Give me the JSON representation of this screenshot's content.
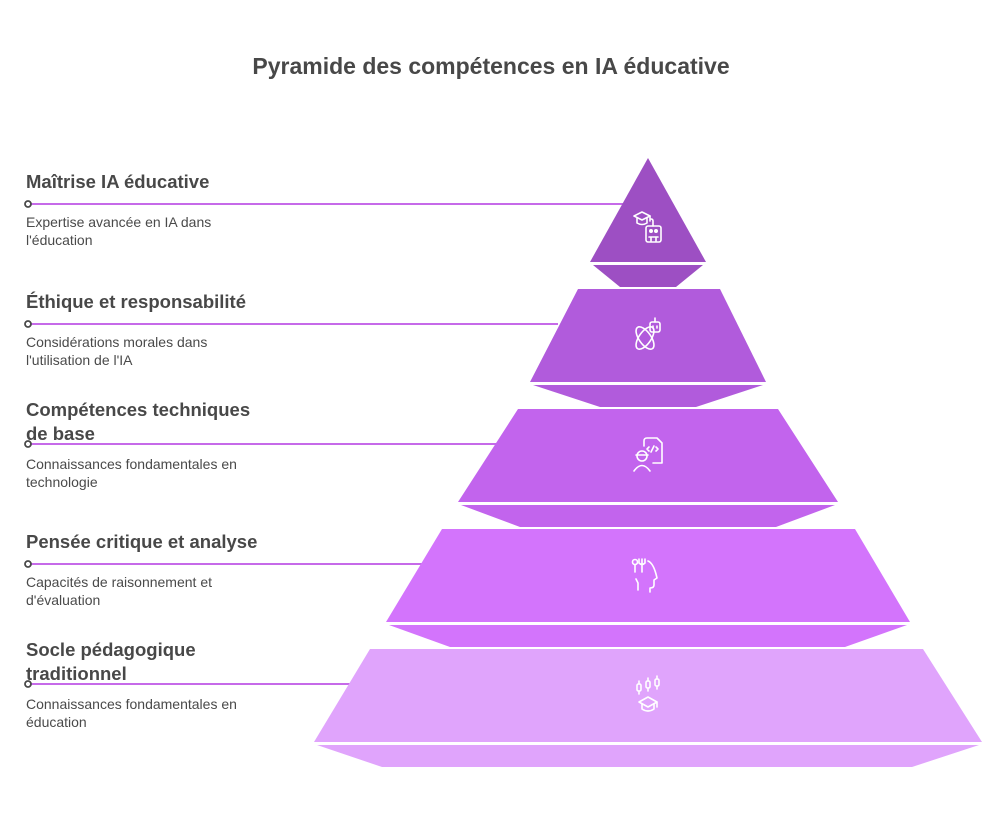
{
  "title": "Pyramide des compétences en IA éducative",
  "colors": {
    "level1": "#9d4fc3",
    "level2": "#b15bdc",
    "level3": "#c264ed",
    "level4": "#d374fc",
    "level5": "#e0a4fc",
    "connector": "#c66ae9",
    "dot_stroke": "#4a4a4a"
  },
  "levels": [
    {
      "title": "Maîtrise IA éducative",
      "title_line2": "",
      "desc_line1": "Expertise avancée en IA dans",
      "desc_line2": "l'éducation",
      "icon": "graduation-cap-robot-icon"
    },
    {
      "title": "Éthique et responsabilité",
      "title_line2": "",
      "desc_line1": "Considérations morales dans",
      "desc_line2": "l'utilisation de l'IA",
      "icon": "atom-robot-icon"
    },
    {
      "title": "Compétences techniques",
      "title_line2": "de base",
      "desc_line1": "Connaissances fondamentales en",
      "desc_line2": "technologie",
      "icon": "engineer-code-document-icon"
    },
    {
      "title": "Pensée critique et analyse",
      "title_line2": "",
      "desc_line1": "Capacités de raisonnement et",
      "desc_line2": "d'évaluation",
      "icon": "utensils-head-icon"
    },
    {
      "title": "Socle pédagogique",
      "title_line2": "traditionnel",
      "desc_line1": "Connaissances fondamentales en",
      "desc_line2": "éducation",
      "icon": "candlestick-graduation-cap-icon"
    }
  ]
}
